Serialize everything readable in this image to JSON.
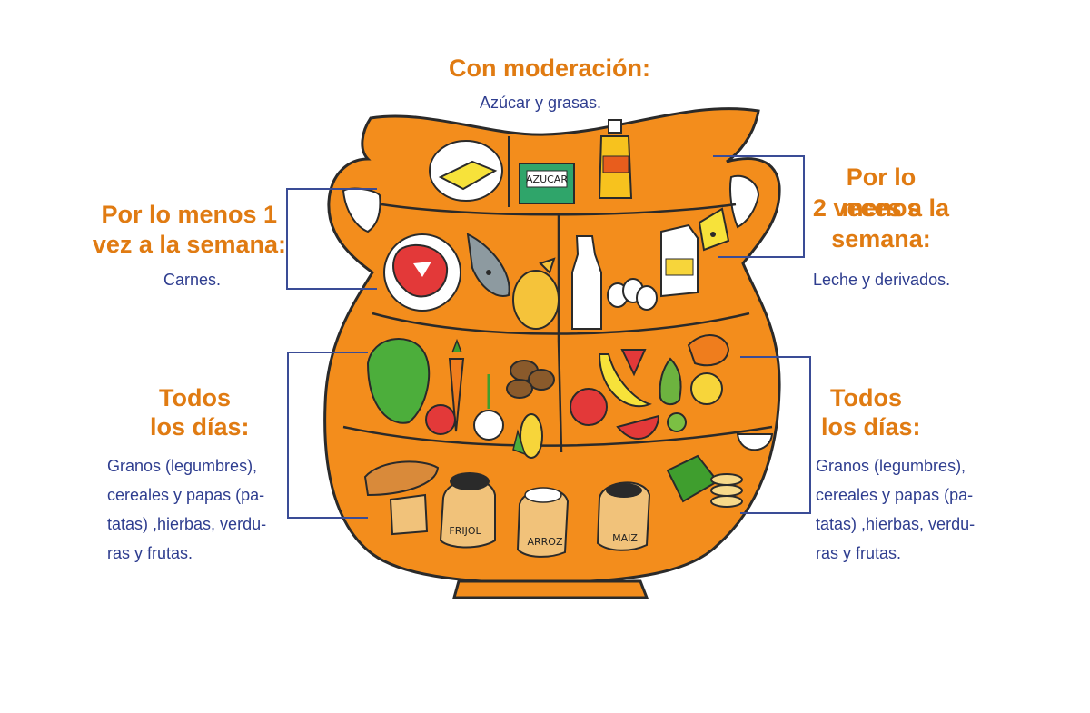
{
  "colors": {
    "jar_fill": "#f38d1c",
    "jar_outline": "#2a2a2a",
    "heading": "#e07b12",
    "body_text": "#2e3d8f",
    "connector": "#3a4c96"
  },
  "top": {
    "heading": "Con moderación:",
    "body": "Azúcar y grasas."
  },
  "left_upper": {
    "heading_line1": "Por lo menos 1",
    "heading_line2": "vez a la semana:",
    "body": "Carnes."
  },
  "right_upper": {
    "heading_line1": "Por lo menos",
    "heading_line2": "2 veces a la",
    "heading_line3": "semana:",
    "body": "Leche y derivados."
  },
  "left_lower": {
    "heading_line1": "Todos",
    "heading_line2": "los días:",
    "body_line1": "Granos  (legumbres),",
    "body_line2": "cereales y papas (pa-",
    "body_line3": "tatas) ,hierbas, verdu-",
    "body_line4": "ras y frutas."
  },
  "right_lower": {
    "heading_line1": "Todos",
    "heading_line2": "los días:",
    "body_line1": "Granos  (legumbres),",
    "body_line2": "cereales y papas (pa-",
    "body_line3": "tatas) ,hierbas, verdu-",
    "body_line4": "ras y frutas."
  },
  "jar_items": {
    "sugar_pack_label": "AZUCAR",
    "sack1_label": "FRIJOL",
    "sack2_label": "ARROZ",
    "sack3_label": "MAIZ"
  }
}
